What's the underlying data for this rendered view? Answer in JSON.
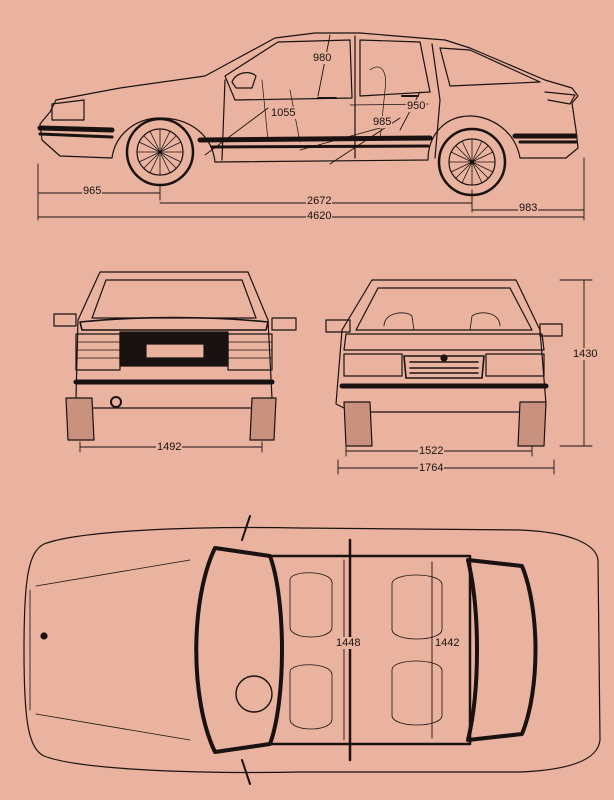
{
  "colors": {
    "paper": "#e9b39f",
    "line": "#1a1210",
    "shade": "#c9927f"
  },
  "side_view": {
    "dims": {
      "front_overhang": "965",
      "wheelbase": "2672",
      "rear_overhang": "983",
      "overall_length": "4620",
      "headroom_front": "980",
      "legroom_front": "1055",
      "headroom_rear": "950",
      "legroom_rear": "985"
    }
  },
  "rear_view": {
    "dims": {
      "rear_track": "1492"
    }
  },
  "front_view": {
    "dims": {
      "front_track": "1522",
      "overall_width": "1764",
      "overall_height": "1430"
    }
  },
  "top_view": {
    "dims": {
      "shoulder_front": "1448",
      "shoulder_rear": "1442"
    }
  }
}
